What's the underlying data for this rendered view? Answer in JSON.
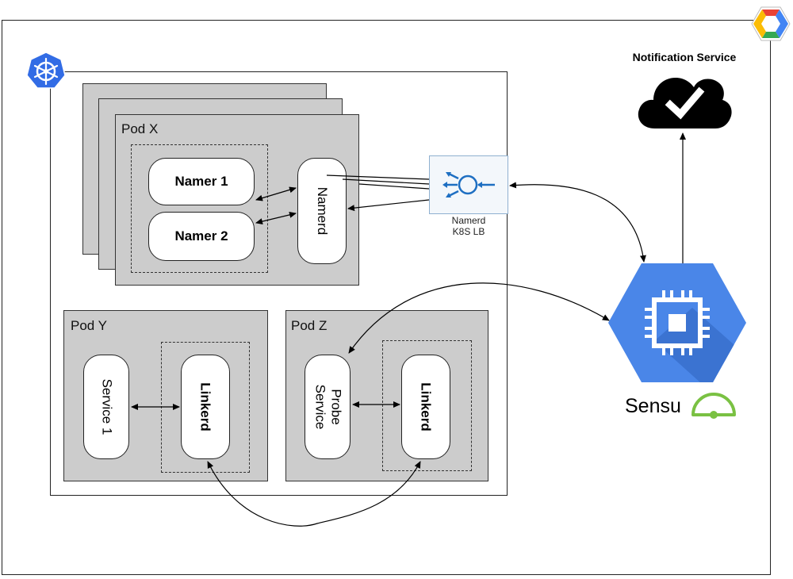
{
  "diagram": {
    "pods": {
      "pod_x": {
        "label": "Pod X",
        "namer1": "Namer 1",
        "namer2": "Namer 2",
        "namerd": "Namerd"
      },
      "pod_y": {
        "label": "Pod Y",
        "service": "Service 1",
        "linkerd": "Linkerd"
      },
      "pod_z": {
        "label": "Pod Z",
        "probe_line1": "Probe",
        "probe_line2": "Service",
        "linkerd": "Linkerd"
      }
    },
    "load_balancer": {
      "line1": "Namerd",
      "line2": "K8S LB"
    },
    "notification": {
      "title": "Notification Service"
    },
    "sensu": {
      "label": "Sensu"
    },
    "icons": [
      "kubernetes-logo",
      "gcp-logo",
      "cloud-check-icon",
      "compute-chip-icon",
      "sensu-logo-icon",
      "load-balancer-icon"
    ],
    "colors": {
      "pod_fill": "#cccccc",
      "gcp_blue": "#4a86e8",
      "sensu_green": "#7ac143",
      "k8s_blue": "#326ce5"
    }
  }
}
